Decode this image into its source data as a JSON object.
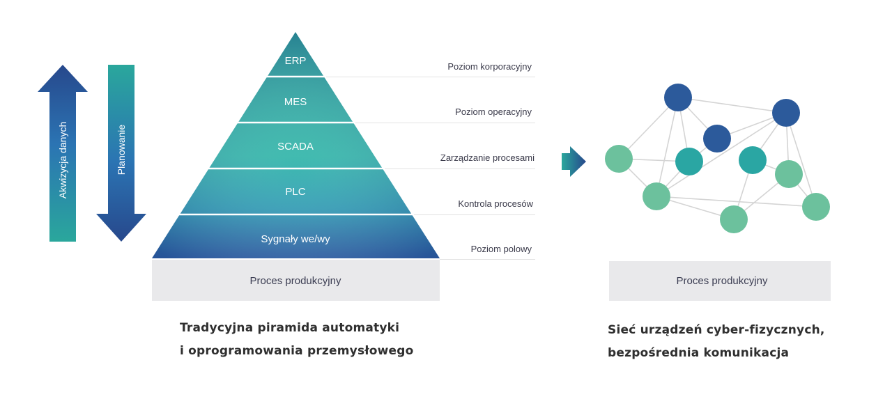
{
  "left_diagram": {
    "arrows": {
      "up_label": "Akwizycja danych",
      "down_label": "Planowanie"
    },
    "pyramid_levels": [
      {
        "name": "ERP",
        "description": "Poziom korporacyjny"
      },
      {
        "name": "MES",
        "description": "Poziom operacyjny"
      },
      {
        "name": "SCADA",
        "description": "Zarządzanie procesami"
      },
      {
        "name": "PLC",
        "description": "Kontrola procesów"
      },
      {
        "name": "Sygnały we/wy",
        "description": "Poziom polowy"
      }
    ],
    "base_label": "Proces produkcyjny",
    "caption_line1": "Tradycyjna piramida automatyki",
    "caption_line2": "i oprogramowania przemysłowego"
  },
  "right_diagram": {
    "base_label": "Proces produkcyjny",
    "caption_line1": "Sieć urządzeń cyber-fizycznych,",
    "caption_line2": "bezpośrednia komunikacja",
    "nodes": [
      {
        "id": "n1",
        "type": "dark"
      },
      {
        "id": "n2",
        "type": "dark"
      },
      {
        "id": "n3",
        "type": "dark"
      },
      {
        "id": "n4",
        "type": "green"
      },
      {
        "id": "n5",
        "type": "teal"
      },
      {
        "id": "n6",
        "type": "teal"
      },
      {
        "id": "n7",
        "type": "green"
      },
      {
        "id": "n8",
        "type": "green"
      },
      {
        "id": "n9",
        "type": "green"
      },
      {
        "id": "n10",
        "type": "green"
      }
    ],
    "edges": [
      [
        "n1",
        "n4"
      ],
      [
        "n1",
        "n5"
      ],
      [
        "n1",
        "n3"
      ],
      [
        "n1",
        "n2"
      ],
      [
        "n1",
        "n8"
      ],
      [
        "n2",
        "n3"
      ],
      [
        "n2",
        "n8"
      ],
      [
        "n2",
        "n6"
      ],
      [
        "n2",
        "n7"
      ],
      [
        "n2",
        "n9"
      ],
      [
        "n3",
        "n5"
      ],
      [
        "n4",
        "n5"
      ],
      [
        "n4",
        "n8"
      ],
      [
        "n5",
        "n8"
      ],
      [
        "n6",
        "n7"
      ],
      [
        "n6",
        "n10"
      ],
      [
        "n7",
        "n10"
      ],
      [
        "n7",
        "n9"
      ],
      [
        "n8",
        "n9"
      ],
      [
        "n8",
        "n10"
      ]
    ]
  },
  "colors": {
    "teal": "#2aab9e",
    "blue_dark": "#27488c",
    "blue_mid": "#2b74b3",
    "node_dark": "#2c5a9b",
    "node_teal": "#2aa6a3",
    "node_green": "#6cc19d",
    "edge": "#d4d4d4",
    "base_box": "#e9e9eb"
  }
}
